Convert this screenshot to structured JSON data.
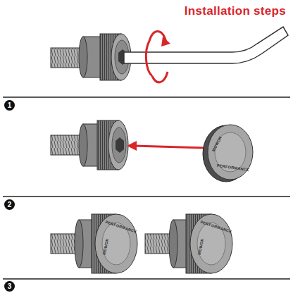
{
  "diagram": {
    "title": "Installation steps",
    "labels": [
      "1",
      "2",
      "3",
      "MOWOK",
      "PERFORMANCE",
      "MOWOK",
      "PERFORMANCE",
      "MOWOK",
      "PERFORMANCE"
    ]
  }
}
